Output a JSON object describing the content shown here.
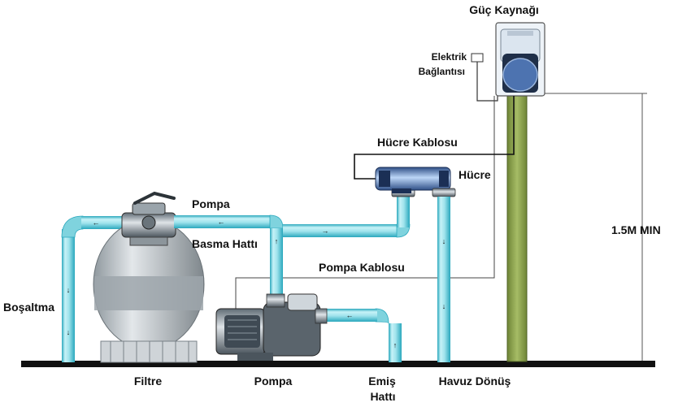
{
  "labels": {
    "power_supply": "Güç Kaynağı",
    "electrical_connection_line1": "Elektrik",
    "electrical_connection_line2": "Bağlantısı",
    "cell_cable": "Hücre Kablosu",
    "cell": "Hücre",
    "pump_top": "Pompa",
    "discharge_line": "Basma Hattı",
    "pump_cable": "Pompa Kablosu",
    "drain": "Boşaltma",
    "filter": "Filtre",
    "pump_bottom": "Pompa",
    "suction_line_line1": "Emiş",
    "suction_line_line2": "Hattı",
    "pool_return": "Havuz Dönüş",
    "min_height": "1.5M MIN"
  },
  "colors": {
    "pipe_fill": "#9fe3ec",
    "pipe_edge": "#2aa8bd",
    "ground": "#111111",
    "post": "#8fa64e",
    "tank_body": "#c9cfd3",
    "tank_band": "#9ea6ab",
    "panel": "#e7eef6",
    "panel_dark": "#1f2f49",
    "meter": "#4d73b0",
    "cell": "#a9c9f2"
  }
}
